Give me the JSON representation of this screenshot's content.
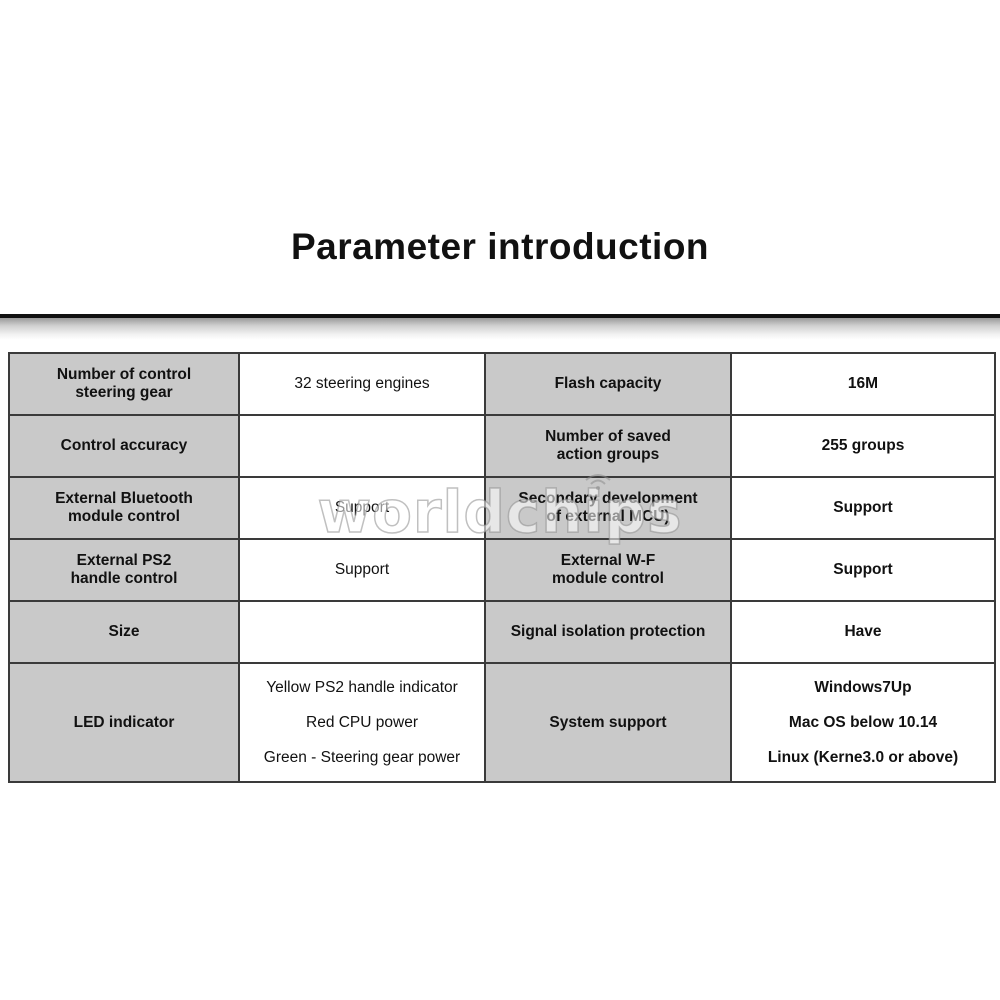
{
  "title": "Parameter introduction",
  "watermark": "worldchips",
  "rows": [
    {
      "label1": [
        "Number of control",
        "steering gear"
      ],
      "value1": [
        "32 steering engines"
      ],
      "label2": [
        "Flash capacity"
      ],
      "value2": [
        "16M"
      ]
    },
    {
      "label1": [
        "Control accuracy"
      ],
      "value1": [
        ""
      ],
      "label2": [
        "Number of saved",
        "action groups"
      ],
      "value2": [
        "255 groups"
      ]
    },
    {
      "label1": [
        "External Bluetooth",
        "module control"
      ],
      "value1": [
        "Support"
      ],
      "label2": [
        "Secondary development",
        "of external MCU)"
      ],
      "value2": [
        "Support"
      ]
    },
    {
      "label1": [
        "External PS2",
        "handle control"
      ],
      "value1": [
        "Support"
      ],
      "label2": [
        "External W-F",
        "module control"
      ],
      "value2": [
        "Support"
      ]
    },
    {
      "label1": [
        "Size"
      ],
      "value1": [
        ""
      ],
      "label2": [
        "Signal isolation protection"
      ],
      "value2": [
        "Have"
      ]
    },
    {
      "label1": [
        "LED indicator"
      ],
      "value1": [
        "Yellow PS2 handle indicator",
        "Red CPU power",
        "Green - Steering gear power"
      ],
      "label2": [
        "System support"
      ],
      "value2": [
        "Windows7Up",
        "Mac OS below 10.14",
        "Linux (Kerne3.0 or above)"
      ]
    }
  ]
}
